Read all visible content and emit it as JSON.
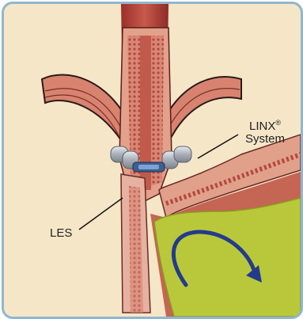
{
  "labels": {
    "linx_line1": "LINX",
    "linx_mark": "®",
    "linx_line2": "System",
    "les": "LES"
  },
  "colors": {
    "background": "#f5e6c8",
    "frame": "#8fb7cf",
    "esophagus": "#c85a4e",
    "muscle": "#d9826f",
    "stomach_acid": "#b9c83a",
    "arrow": "#243b8c",
    "device": "#b6bcc4"
  }
}
